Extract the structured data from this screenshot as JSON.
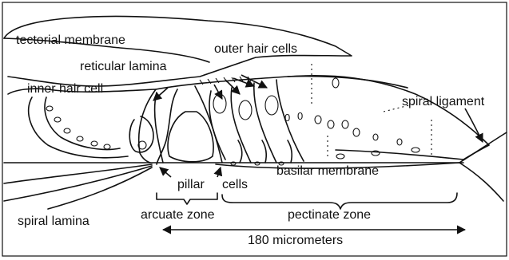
{
  "labels": {
    "tectorial_membrane": "tectorial membrane",
    "outer_hair_cells": "outer hair cells",
    "reticular_lamina": "reticular lamina",
    "inner_hair_cell": "inner hair cell",
    "spiral_ligament": "spiral ligament",
    "basilar_membrane": "basilar membrane",
    "pillar": "pillar",
    "cells": "cells",
    "spiral_lamina": "spiral lamina",
    "arcuate_zone": "arcuate zone",
    "pectinate_zone": "pectinate zone",
    "scale": "180 micrometers"
  }
}
